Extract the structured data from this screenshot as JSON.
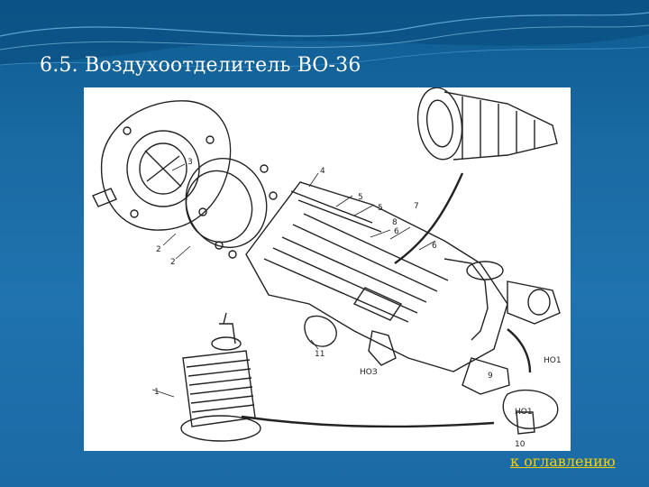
{
  "slide": {
    "title": "6.5. Воздухоотделитель ВО-36",
    "toc_link": "к оглавлению"
  },
  "diagram": {
    "callouts": [
      "1",
      "2",
      "2",
      "3",
      "4",
      "5",
      "5",
      "6",
      "6",
      "7",
      "8",
      "9",
      "10",
      "11",
      "НОЗ",
      "НО1",
      "НО1"
    ]
  },
  "colors": {
    "background": "#1a6aa3",
    "title_text": "#ffffff",
    "link": "#f5d000",
    "figure_background": "#ffffff",
    "drawing_ink": "#222222"
  }
}
